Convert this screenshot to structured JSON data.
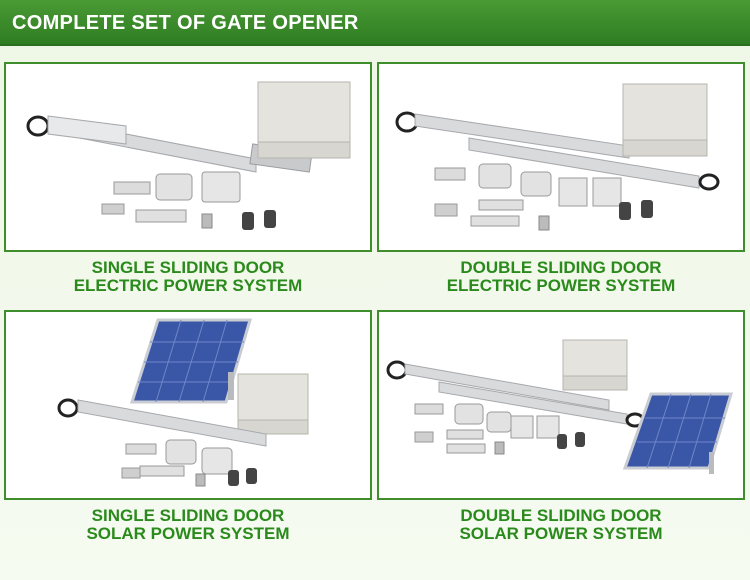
{
  "header": {
    "title": "COMPLETE SET OF GATE OPENER"
  },
  "panels": [
    {
      "line1": "SINGLE SLIDING DOOR",
      "line2": "ELECTRIC POWER SYSTEM"
    },
    {
      "line1": "DOUBLE SLIDING DOOR",
      "line2": "ELECTRIC POWER SYSTEM"
    },
    {
      "line1": "SINGLE SLIDING DOOR",
      "line2": "SOLAR POWER SYSTEM"
    },
    {
      "line1": "DOUBLE SLIDING DOOR",
      "line2": "SOLAR POWER SYSTEM"
    }
  ],
  "colors": {
    "accent_green": "#3e8f2b",
    "caption_green": "#2b8a1c",
    "background": "#eef7e6"
  }
}
